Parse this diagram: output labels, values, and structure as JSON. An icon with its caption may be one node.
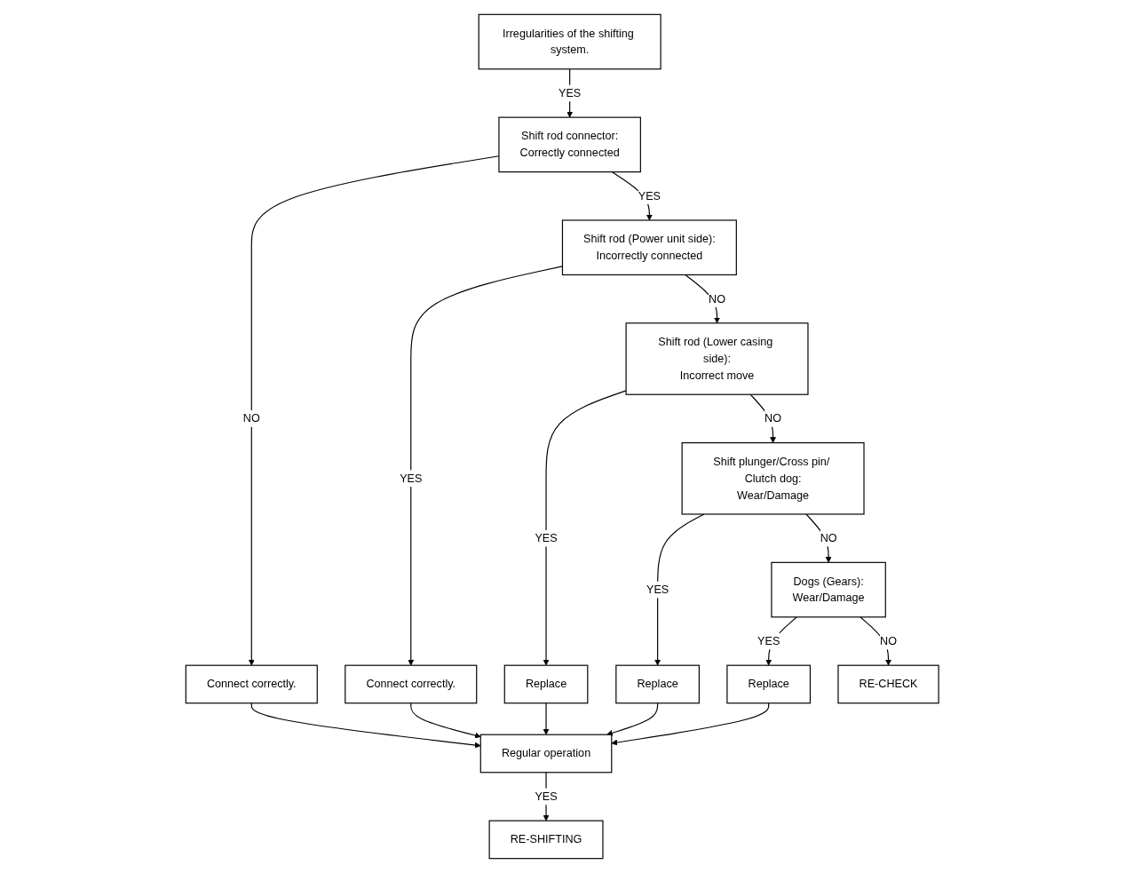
{
  "diagram": {
    "nodes": [
      {
        "text": [
          "Irregularities of the shifting system."
        ]
      },
      {
        "text": [
          "Shift rod connector:",
          "Correctly connected"
        ]
      },
      {
        "text": [
          "Connect correctly."
        ]
      },
      {
        "text": [
          "Shift rod (Power unit side):",
          "Incorrectly connected"
        ]
      },
      {
        "text": [
          "Connect correctly."
        ]
      },
      {
        "text": [
          "Shift rod (Lower casing side):",
          "Incorrect move"
        ]
      },
      {
        "text": [
          "Replace"
        ]
      },
      {
        "text": [
          "Shift plunger/Cross pin/ Clutch dog:",
          "Wear/Damage"
        ]
      },
      {
        "text": [
          "Replace"
        ]
      },
      {
        "text": [
          "Dogs (Gears):",
          "Wear/Damage"
        ]
      },
      {
        "text": [
          "Replace"
        ]
      },
      {
        "text": [
          "RE-CHECK"
        ]
      },
      {
        "text": [
          "Regular operation"
        ]
      },
      {
        "text": [
          "RE-SHIFTING"
        ]
      }
    ],
    "edges": [
      {
        "from": 0,
        "to": 1,
        "arrow": "to",
        "label": "YES"
      },
      {
        "from": 1,
        "to": 2,
        "arrow": "to",
        "label": "NO"
      },
      {
        "from": 1,
        "to": 3,
        "arrow": "to",
        "label": "YES"
      },
      {
        "from": 3,
        "to": 4,
        "arrow": "to",
        "label": "YES"
      },
      {
        "from": 3,
        "to": 5,
        "arrow": "to",
        "label": "NO"
      },
      {
        "from": 5,
        "to": 6,
        "arrow": "to",
        "label": "YES"
      },
      {
        "from": 5,
        "to": 7,
        "arrow": "to",
        "label": "NO"
      },
      {
        "from": 7,
        "to": 8,
        "arrow": "to",
        "label": "YES"
      },
      {
        "from": 7,
        "to": 9,
        "arrow": "to",
        "label": "NO"
      },
      {
        "from": 9,
        "to": 10,
        "arrow": "to",
        "label": "YES"
      },
      {
        "from": 9,
        "to": 11,
        "arrow": "to",
        "label": "NO"
      },
      {
        "from": 2,
        "to": 12,
        "arrow": "to"
      },
      {
        "from": 4,
        "to": 12,
        "arrow": "to"
      },
      {
        "from": 6,
        "to": 12,
        "arrow": "to"
      },
      {
        "from": 8,
        "to": 12,
        "arrow": "to"
      },
      {
        "from": 10,
        "to": 12,
        "arrow": "to"
      },
      {
        "from": 12,
        "to": 13,
        "arrow": "to",
        "label": "YES"
      }
    ]
  }
}
